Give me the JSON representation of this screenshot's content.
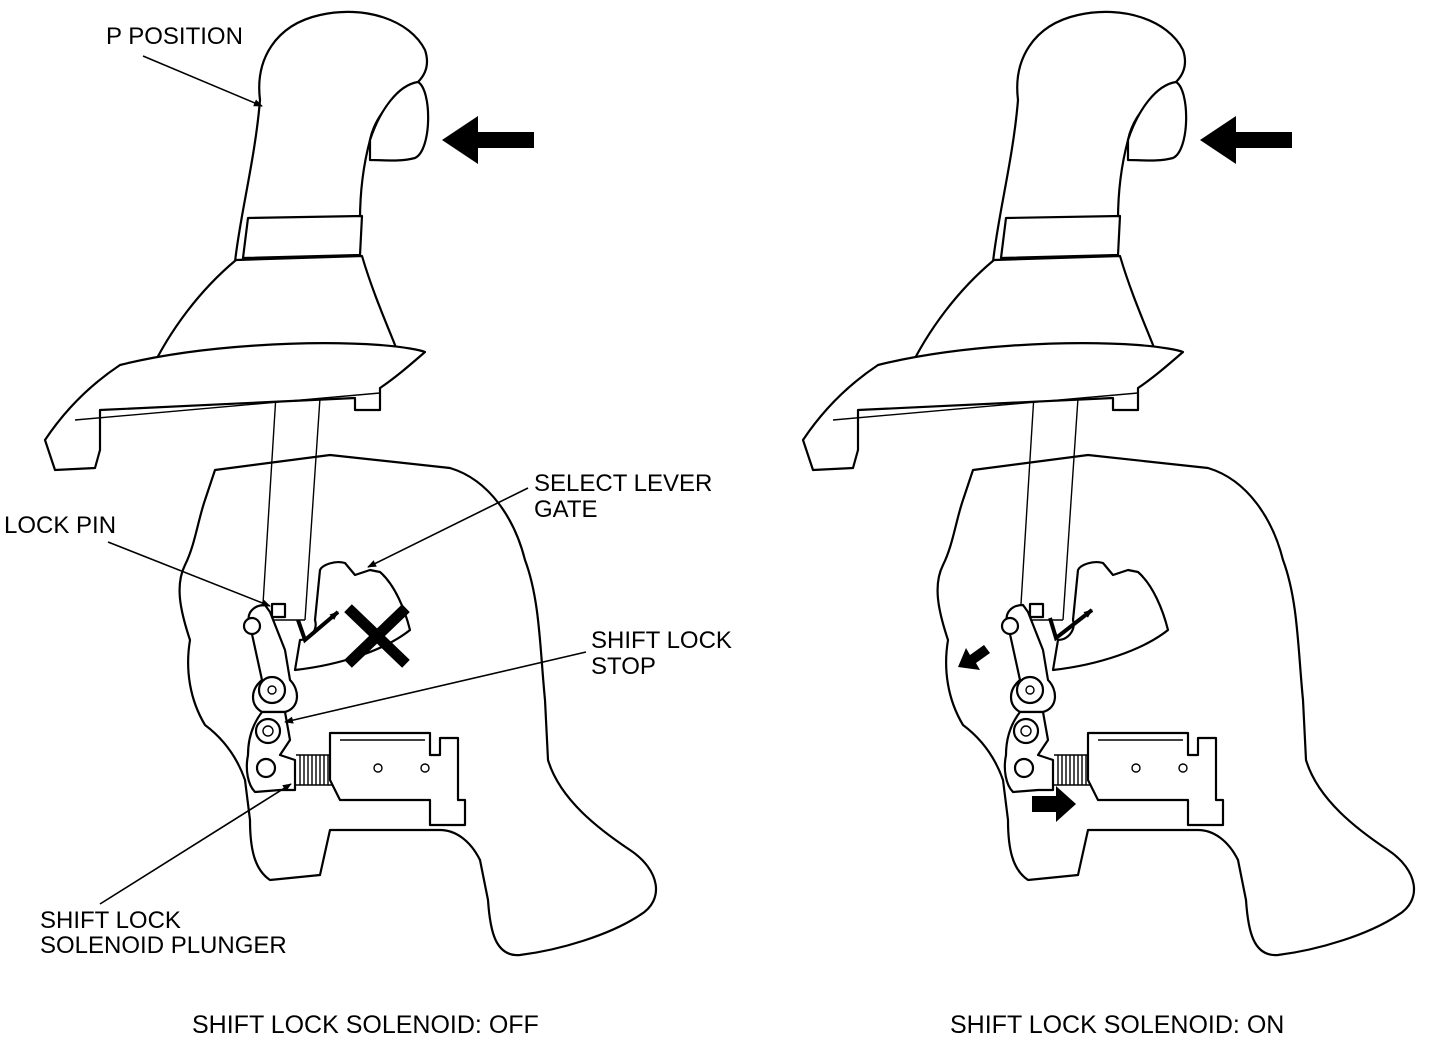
{
  "labels": {
    "p_position": "P POSITION",
    "lock_pin": "LOCK PIN",
    "select_lever_gate_1": "SELECT LEVER",
    "select_lever_gate_2": "GATE",
    "shift_lock_stop_1": "SHIFT LOCK",
    "shift_lock_stop_2": "STOP",
    "plunger_1": "SHIFT LOCK",
    "plunger_2": "SOLENOID PLUNGER"
  },
  "captions": {
    "off": "SHIFT LOCK SOLENOID: OFF",
    "on": "SHIFT LOCK SOLENOID: ON"
  }
}
